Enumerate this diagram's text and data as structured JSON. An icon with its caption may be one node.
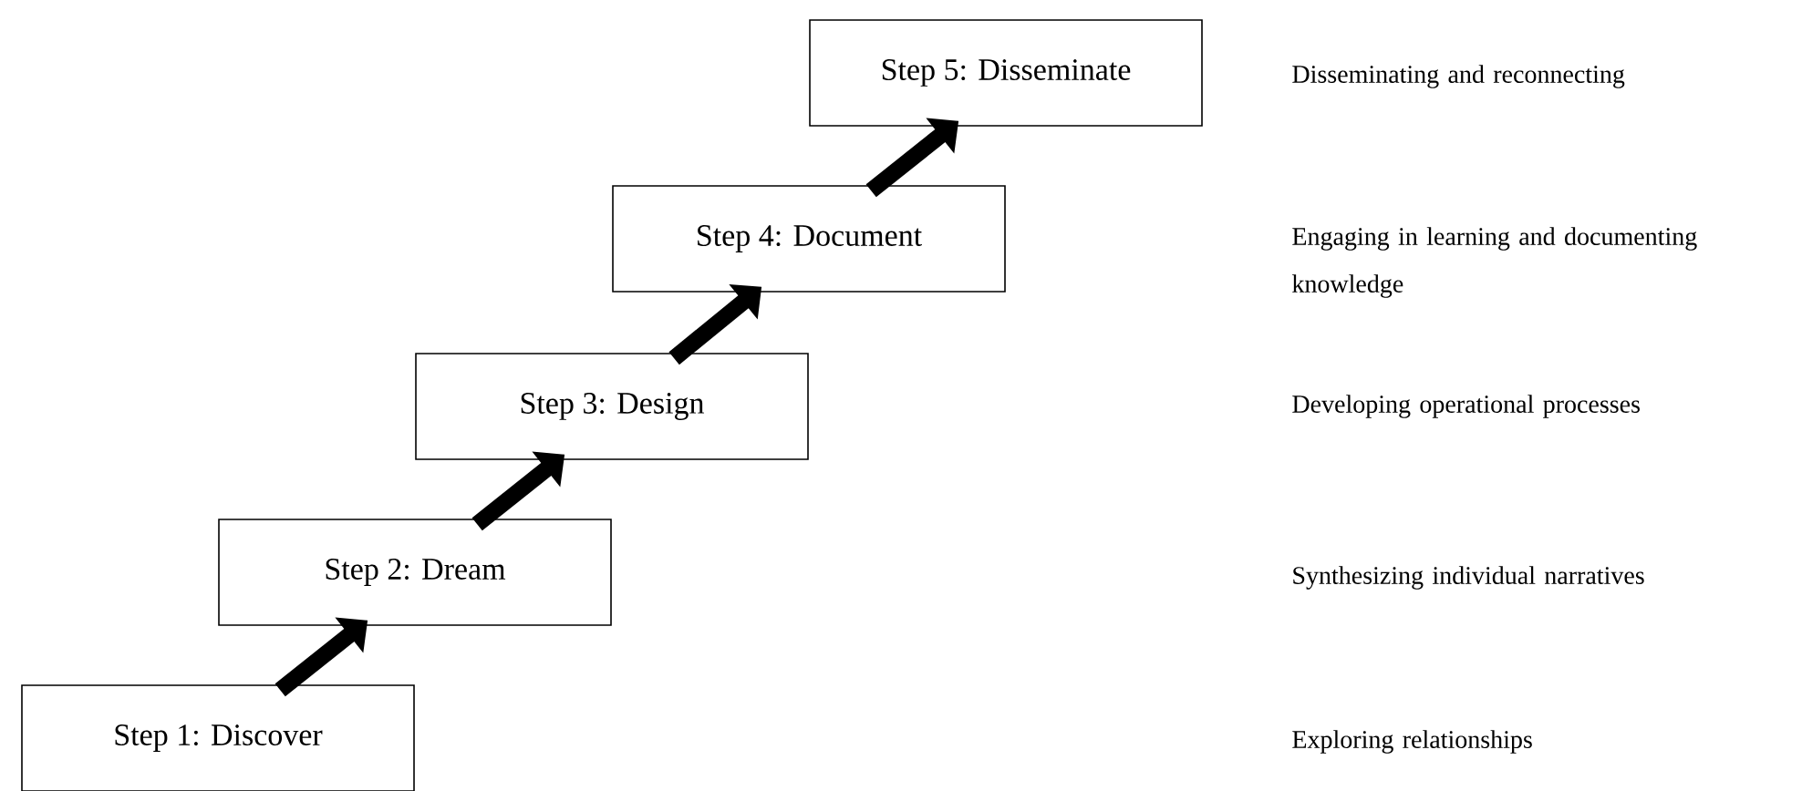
{
  "diagram": {
    "nodes": [
      {
        "text": [
          "Step 1: Discover"
        ]
      },
      {
        "text": [
          "Step 2: Dream"
        ]
      },
      {
        "text": [
          "Step 3: Design"
        ]
      },
      {
        "text": [
          "Step 4: Document"
        ]
      },
      {
        "text": [
          "Step 5: Disseminate"
        ]
      }
    ],
    "edges": [
      {
        "from": 0,
        "to": 1,
        "arrow": "to"
      },
      {
        "from": 1,
        "to": 2,
        "arrow": "to"
      },
      {
        "from": 2,
        "to": 3,
        "arrow": "to"
      },
      {
        "from": 3,
        "to": 4,
        "arrow": "to"
      }
    ],
    "labels": [
      "Disseminating and reconnecting",
      "Engaging in learning and documenting knowledge",
      "Developing operational processes",
      "Synthesizing individual narratives",
      "Exploring relationships"
    ]
  }
}
